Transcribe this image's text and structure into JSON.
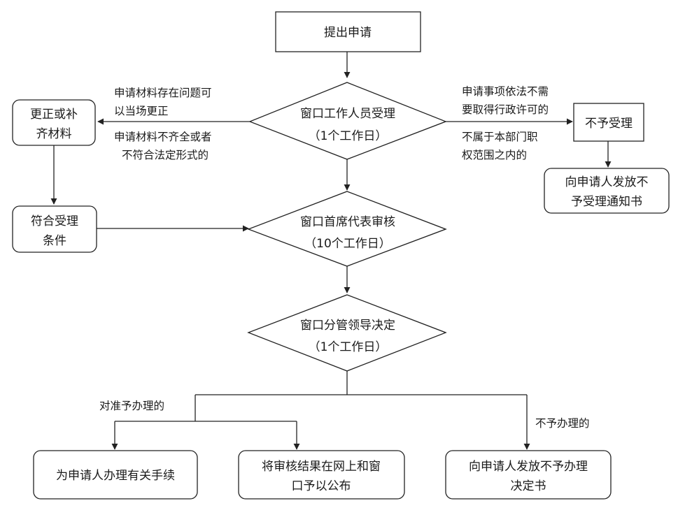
{
  "nodes": {
    "submit": "提出申请",
    "accept_line1": "窗口工作人员受理",
    "accept_line2": "（1个工作日）",
    "correct_line1": "更正或补",
    "correct_line2": "齐材料",
    "reject": "不予受理",
    "notice_line1": "向申请人发放不",
    "notice_line2": "予受理通知书",
    "qualified_line1": "符合受理",
    "qualified_line2": "条件",
    "review_line1": "窗口首席代表审核",
    "review_line2": "（10个工作日）",
    "decide_line1": "窗口分管领导决定",
    "decide_line2": "（1个工作日）",
    "handle": "为申请人办理有关手续",
    "publish_line1": "将审核结果在网上和窗",
    "publish_line2": "口予以公布",
    "deny_line1": "向申请人发放不予办理",
    "deny_line2": "决定书"
  },
  "labels": {
    "fix_line1": "申请材料存在问题可",
    "fix_line2": "以当场更正",
    "incomplete_line1": "申请材料不齐全或者",
    "incomplete_line2": "不符合法定形式的",
    "noneed_line1": "申请事项依法不需",
    "noneed_line2": "要取得行政许可的",
    "notdept_line1": "不属于本部门职",
    "notdept_line2": "权范围之内的",
    "approve": "对准予办理的",
    "deny": "不予办理的"
  }
}
